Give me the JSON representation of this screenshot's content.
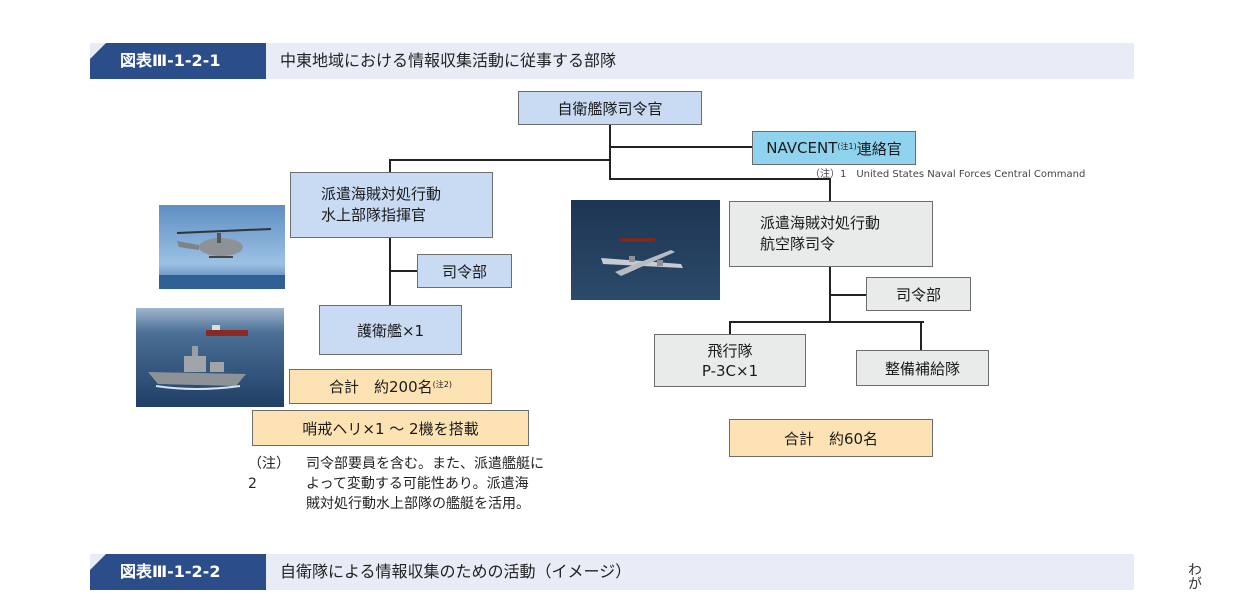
{
  "figure1": {
    "tag": "図表Ⅲ-1-2-1",
    "title": "中東地域における情報収集活動に従事する部隊"
  },
  "figure2": {
    "tag": "図表Ⅲ-1-2-2",
    "title": "自衛隊による情報収集のための活動（イメージ）"
  },
  "org": {
    "top": "自衛艦隊司令官",
    "navcent": "NAVCENT",
    "navcent_sup": "(注1)",
    "navcent_suffix": "連絡官",
    "navcent_note": "（注）1　United States Naval Forces Central Command",
    "surface_line1": "派遣海賊対処行動",
    "surface_line2": "水上部隊指揮官",
    "surface_hq": "司令部",
    "escort": "護衛艦×1",
    "surface_total": "合計　約200名",
    "surface_total_sup": "(注2)",
    "helicopter": "哨戒ヘリ×1 ～ 2機を搭載",
    "air_line1": "派遣海賊対処行動",
    "air_line2": "航空隊司令",
    "air_hq": "司令部",
    "flight_line1": "飛行隊",
    "flight_line2": "P-3C×1",
    "maintenance": "整備補給隊",
    "air_total": "合計　約60名"
  },
  "note2": {
    "label": "（注）2",
    "line1": "司令部要員を含む。また、派遣艦艇に",
    "line2": "よって変動する可能性あり。派遣海",
    "line3": "賊対処行動水上部隊の艦艇を活用。"
  },
  "side_text": "わが",
  "colors": {
    "tag_bg": "#2b4d8a",
    "bar_bg": "#e8ecf6",
    "blue_box": "#c9daf3",
    "cyan_box": "#8fd3ee",
    "gray_box": "#e9eaea",
    "peach_box": "#fde3b4"
  }
}
